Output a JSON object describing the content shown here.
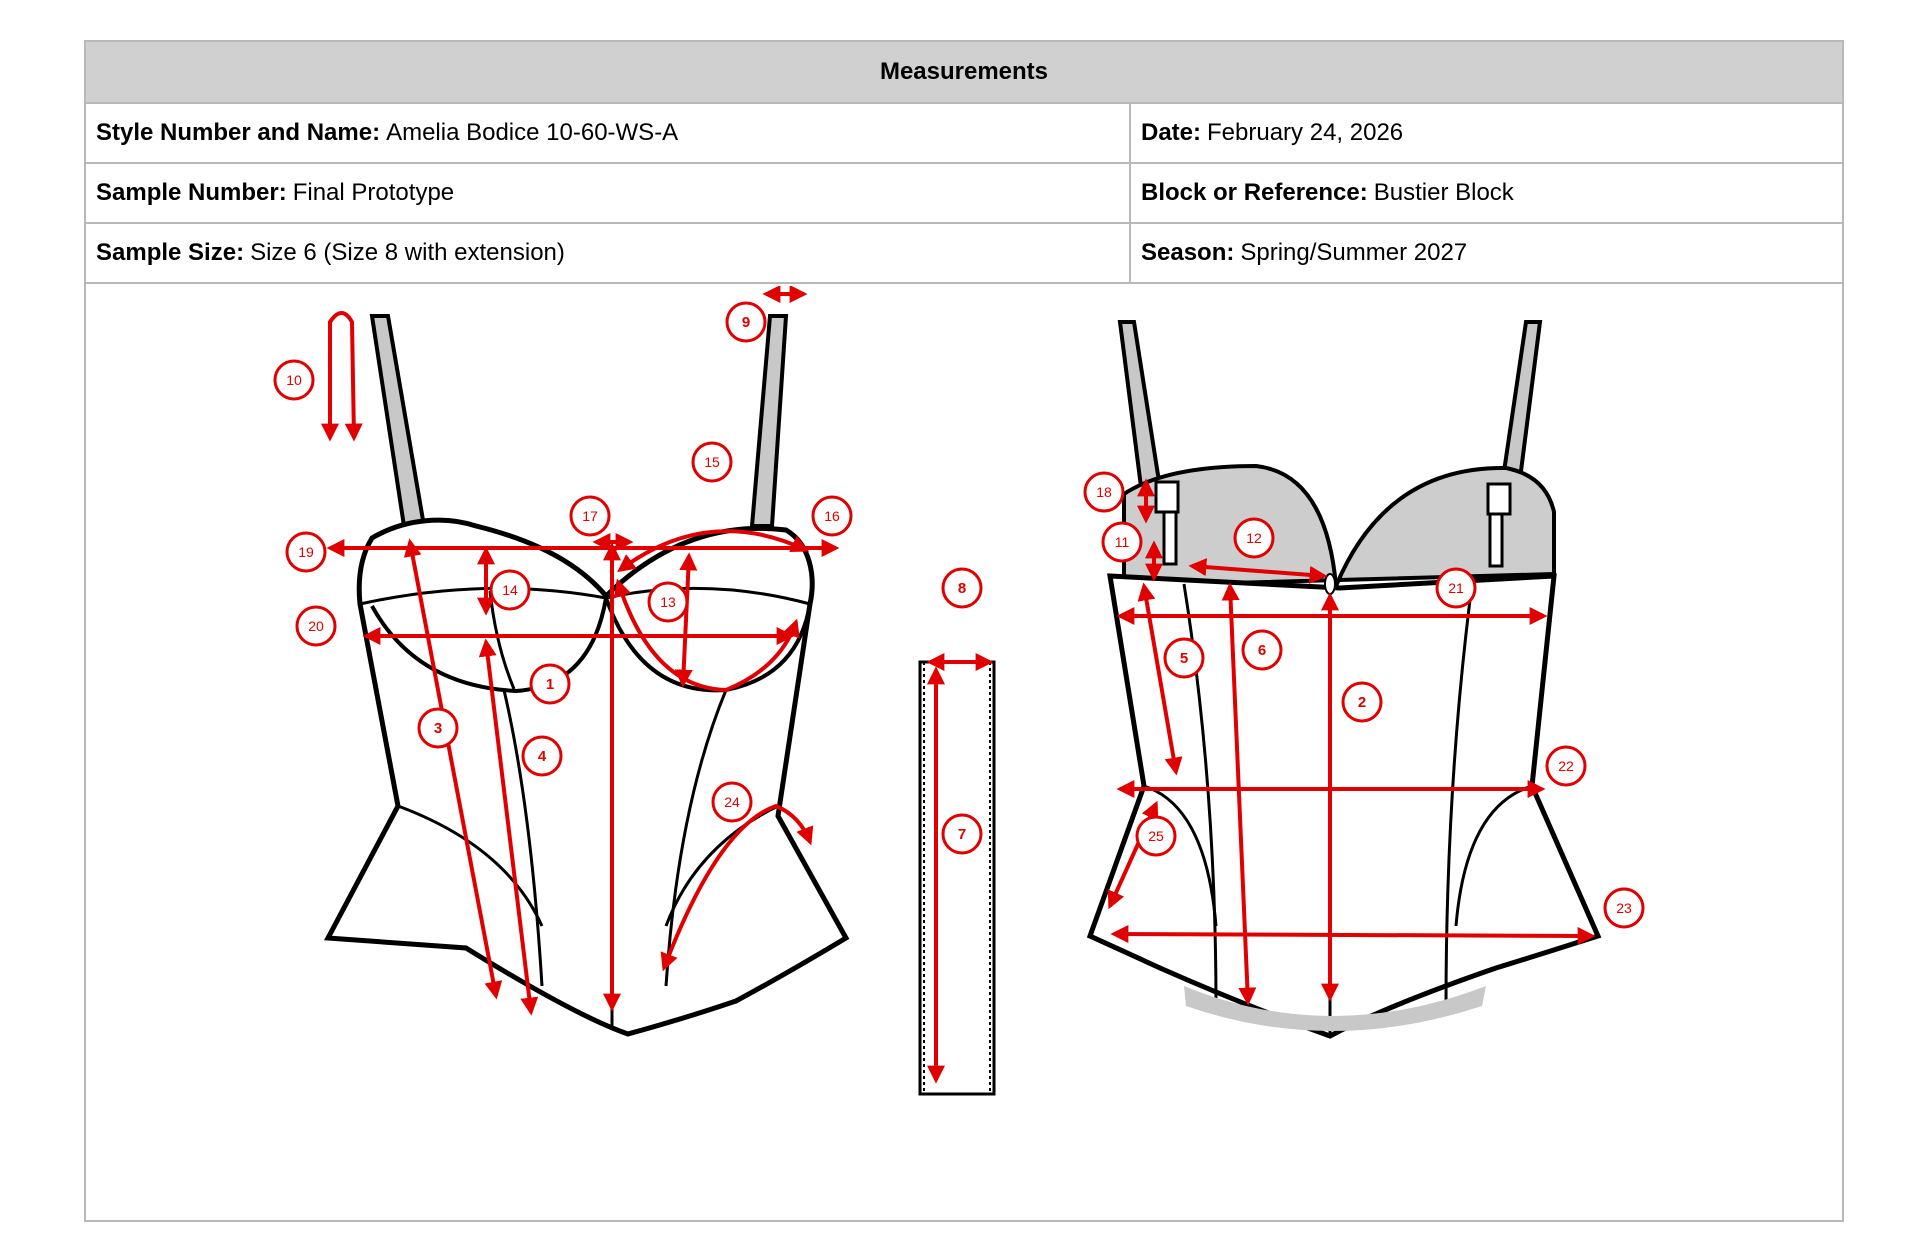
{
  "sheet": {
    "title": "Measurements",
    "fields": [
      {
        "label": "Style Number and Name:",
        "value": "Amelia Bodice 10-60-WS-A"
      },
      {
        "label": "Date:",
        "value": "February 24, 2026"
      },
      {
        "label": "Sample Number:",
        "value": "Final Prototype"
      },
      {
        "label": "Block or Reference:",
        "value": "Bustier Block"
      },
      {
        "label": "Sample Size:",
        "value": "Size 6 (Size 8 with extension)"
      },
      {
        "label": "Season:",
        "value": "Spring/Summer 2027"
      }
    ]
  },
  "callouts": {
    "front": [
      "1",
      "3",
      "4",
      "9",
      "10",
      "13",
      "14",
      "15",
      "16",
      "17",
      "19",
      "20",
      "24"
    ],
    "strip": [
      "7",
      "8"
    ],
    "back": [
      "2",
      "5",
      "6",
      "11",
      "12",
      "18",
      "21",
      "22",
      "23",
      "25"
    ]
  },
  "colors": {
    "accent": "#e00000",
    "header_bg": "#d0d0d0",
    "border": "#b8b8b8",
    "shade": "#c8c8c8"
  }
}
